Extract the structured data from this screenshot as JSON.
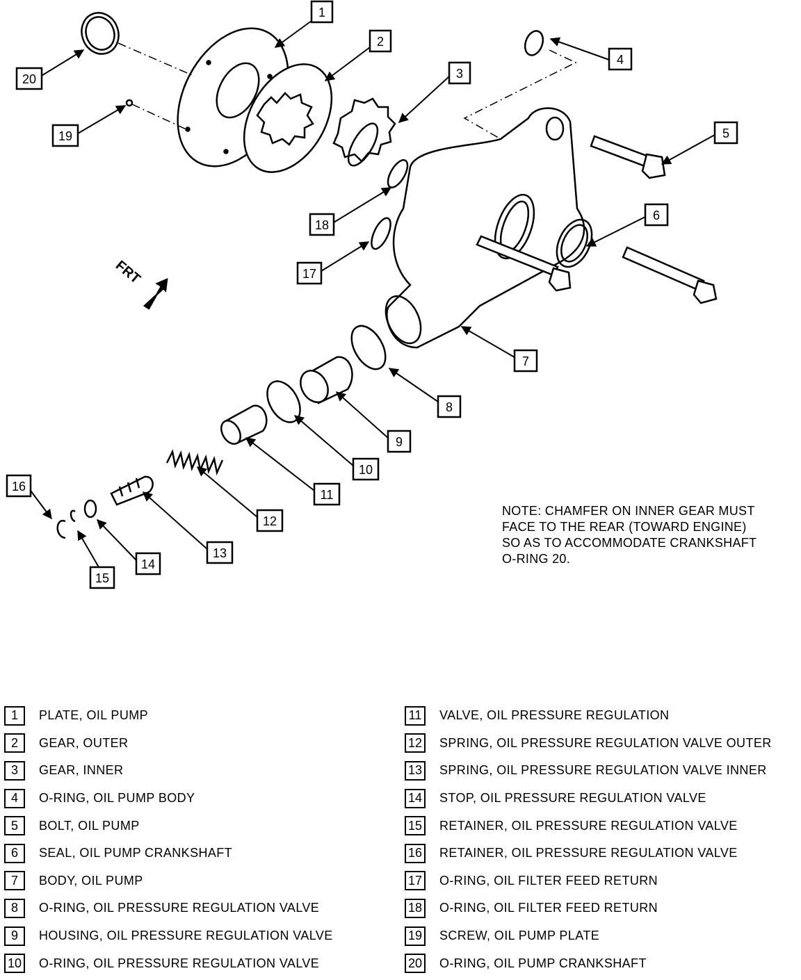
{
  "callouts": [
    "1",
    "2",
    "3",
    "4",
    "5",
    "6",
    "7",
    "8",
    "9",
    "10",
    "11",
    "12",
    "13",
    "14",
    "15",
    "16",
    "17",
    "18",
    "19",
    "20"
  ],
  "direction_label": "FRT",
  "note": "NOTE: CHAMFER ON INNER GEAR MUST\nFACE TO THE REAR (TOWARD ENGINE)\nSO AS TO ACCOMMODATE CRANKSHAFT\nO-RING 20.",
  "legend_left": [
    {
      "num": "1",
      "text": "PLATE, OIL PUMP"
    },
    {
      "num": "2",
      "text": "GEAR, OUTER"
    },
    {
      "num": "3",
      "text": "GEAR, INNER"
    },
    {
      "num": "4",
      "text": "O-RING, OIL PUMP BODY"
    },
    {
      "num": "5",
      "text": "BOLT, OIL PUMP"
    },
    {
      "num": "6",
      "text": "SEAL, OIL PUMP CRANKSHAFT"
    },
    {
      "num": "7",
      "text": "BODY, OIL PUMP"
    },
    {
      "num": "8",
      "text": "O-RING, OIL PRESSURE REGULATION VALVE"
    },
    {
      "num": "9",
      "text": "HOUSING, OIL PRESSURE REGULATION VALVE"
    },
    {
      "num": "10",
      "text": "O-RING, OIL PRESSURE REGULATION VALVE"
    }
  ],
  "legend_right": [
    {
      "num": "11",
      "text": "VALVE, OIL PRESSURE REGULATION"
    },
    {
      "num": "12",
      "text": "SPRING, OIL PRESSURE REGULATION VALVE OUTER"
    },
    {
      "num": "13",
      "text": "SPRING, OIL PRESSURE REGULATION VALVE INNER"
    },
    {
      "num": "14",
      "text": "STOP, OIL PRESSURE REGULATION VALVE"
    },
    {
      "num": "15",
      "text": "RETAINER, OIL PRESSURE REGULATION VALVE"
    },
    {
      "num": "16",
      "text": "RETAINER, OIL PRESSURE REGULATION VALVE"
    },
    {
      "num": "17",
      "text": "O-RING, OIL FILTER FEED RETURN"
    },
    {
      "num": "18",
      "text": "O-RING, OIL FILTER FEED RETURN"
    },
    {
      "num": "19",
      "text": "SCREW, OIL PUMP PLATE"
    },
    {
      "num": "20",
      "text": "O-RING, OIL PUMP CRANKSHAFT"
    }
  ]
}
